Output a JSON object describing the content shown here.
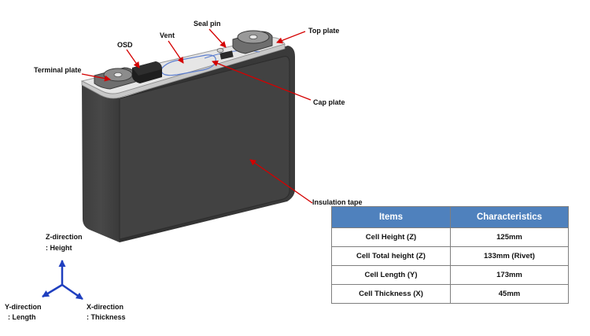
{
  "callouts": {
    "seal_pin": "Seal pin",
    "top_plate": "Top plate",
    "vent": "Vent",
    "osd": "OSD",
    "terminal_plate": "Terminal plate",
    "cap_plate": "Cap plate",
    "insulation_tape": "Insulation tape"
  },
  "axes": {
    "z_line1": "Z-direction",
    "z_line2": ": Height",
    "y_line1": "Y-direction",
    "y_line2": ": Length",
    "x_line1": "X-direction",
    "x_line2": ": Thickness",
    "color": "#1f3fbf"
  },
  "table": {
    "headers": [
      "Items",
      "Characteristics"
    ],
    "rows": [
      [
        "Cell Height (Z)",
        "125mm"
      ],
      [
        "Cell Total height (Z)",
        "133mm (Rivet)"
      ],
      [
        "Cell Length  (Y)",
        "173mm"
      ],
      [
        "Cell Thickness (X)",
        "45mm"
      ]
    ],
    "header_color": "#4f81bd"
  },
  "colors": {
    "callout_arrow": "#d40000",
    "cell_body": "#3a3a3a"
  }
}
